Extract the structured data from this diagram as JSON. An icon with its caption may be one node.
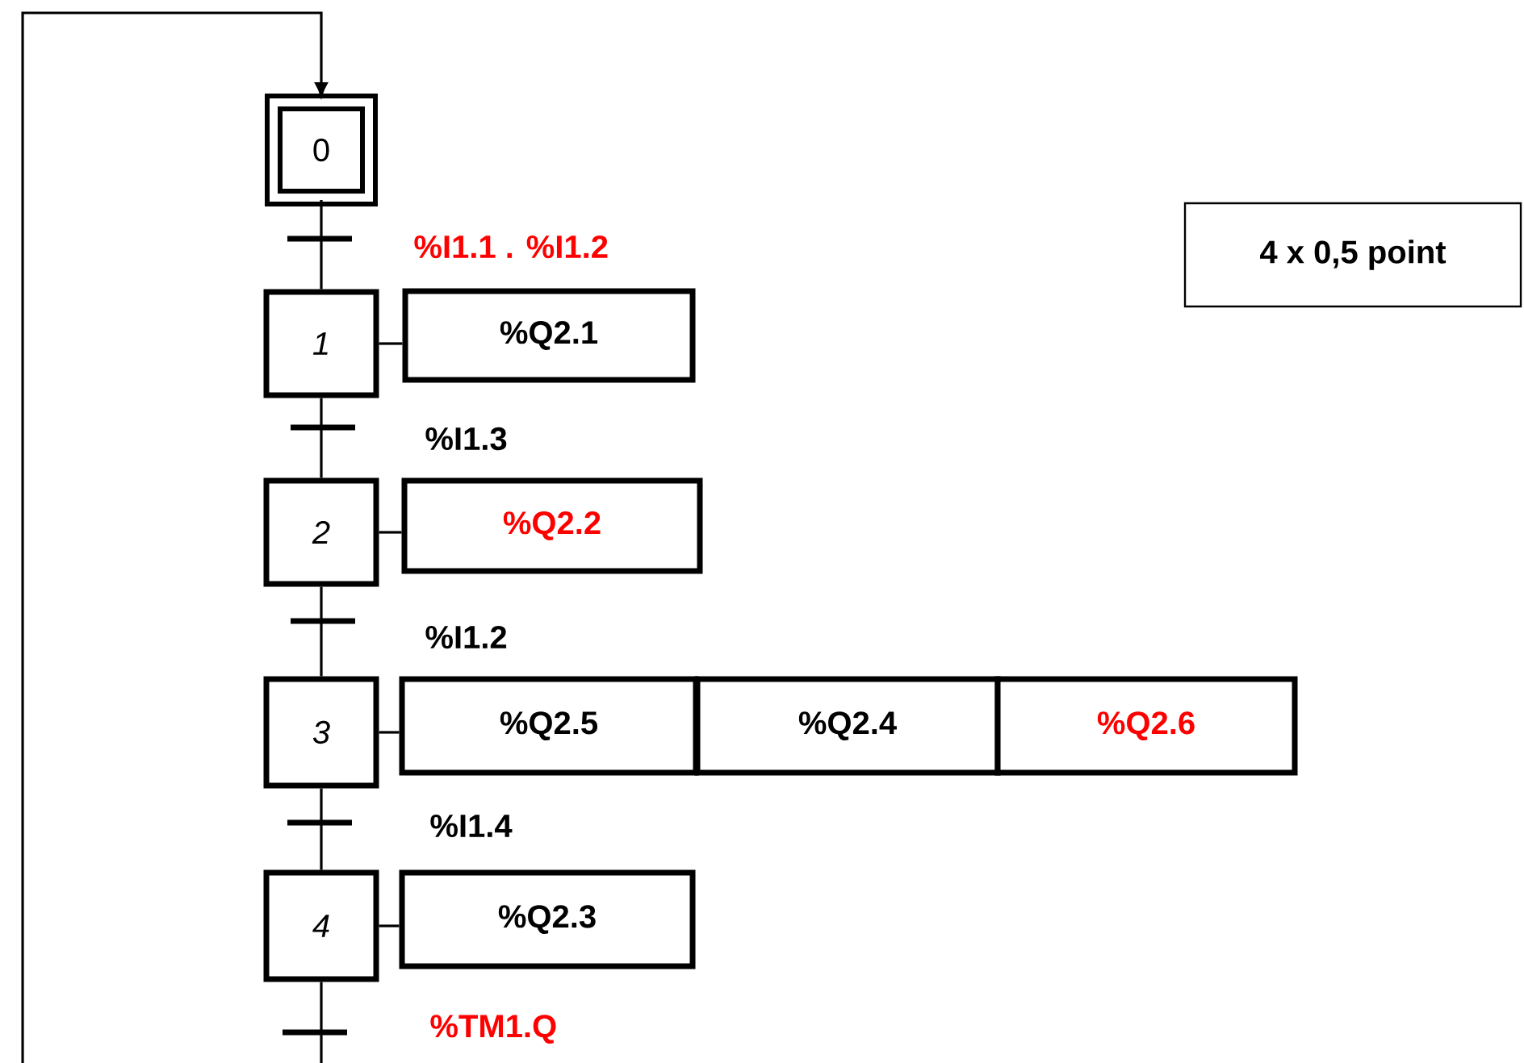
{
  "diagram": {
    "nodes": [
      {
        "text": [
          "0"
        ]
      },
      {
        "text": [
          "4 x 0,5 point"
        ]
      },
      {
        "text": [
          "1"
        ]
      },
      {
        "text": [
          "%Q2.1"
        ]
      },
      {
        "text": [
          "2"
        ]
      },
      {
        "text": [
          "%Q2.2"
        ]
      },
      {
        "text": [
          "3"
        ]
      },
      {
        "text": [
          "%Q2.5"
        ]
      },
      {
        "text": [
          "%Q2.4"
        ]
      },
      {
        "text": [
          "%Q2.6"
        ]
      },
      {
        "text": [
          "4"
        ]
      },
      {
        "text": [
          "%Q2.3"
        ]
      }
    ],
    "edges": [
      {
        "from": 0,
        "to": 2,
        "arrow": "none",
        "label": "%I1.1 . %I1.2"
      },
      {
        "from": 2,
        "to": 4,
        "arrow": "none",
        "label": "%I1.3"
      },
      {
        "from": 4,
        "to": 6,
        "arrow": "none",
        "label": "%I1.2"
      },
      {
        "from": 6,
        "to": 10,
        "arrow": "none",
        "label": "%I1.4"
      },
      {
        "from": 10,
        "to": null,
        "arrow": "none",
        "label": "%TM1.Q"
      },
      {
        "from": null,
        "to": 0,
        "arrow": "to"
      },
      {
        "from": 2,
        "to": 3,
        "arrow": "none"
      },
      {
        "from": 4,
        "to": 5,
        "arrow": "none"
      },
      {
        "from": 6,
        "to": 7,
        "arrow": "none"
      },
      {
        "from": 10,
        "to": 11,
        "arrow": "none"
      }
    ]
  }
}
